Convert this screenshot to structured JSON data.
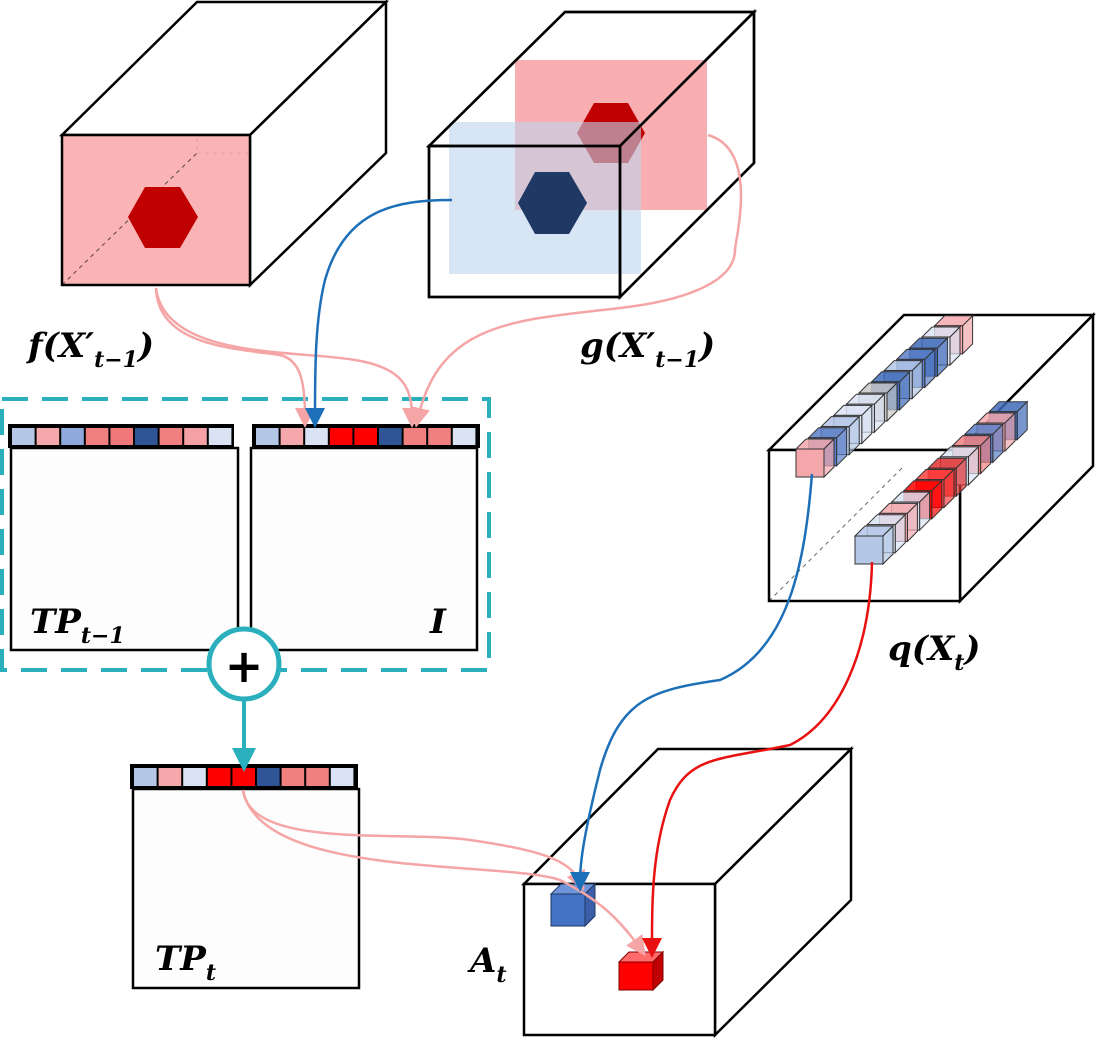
{
  "labels": {
    "f": "f(X′",
    "f_sub": "t−1",
    "f_close": ")",
    "g": "g(X′",
    "g_sub": "t−1",
    "g_close": ")",
    "q": "q(X",
    "q_sub": "t",
    "q_close": ")",
    "tp_prev": "TP",
    "tp_prev_sub": "t−1",
    "identity": "I",
    "tp_t": "TP",
    "tp_t_sub": "t",
    "a_t": "A",
    "a_t_sub": "t",
    "plus": "+"
  },
  "colors": {
    "pink_face": "#fbaeb0",
    "blue_face": "#c8dcf0",
    "dark_red": "#c00000",
    "dark_blue": "#203864",
    "teal": "#2ab0bc",
    "link_blue": "#1d70b8",
    "link_pink": "#f5a5a5",
    "link_red": "#e81010",
    "red": "#ff0000",
    "mid_blue": "#4472c4"
  },
  "vectors": {
    "tp_prev": [
      "#b4c7e7",
      "#f4a8ac",
      "#8fa9dc",
      "#f08080",
      "#f07878",
      "#2f5597",
      "#f08080",
      "#f4a0a4",
      "#dae3f3"
    ],
    "identity": [
      "#b4c7e7",
      "#f4a8ac",
      "#dae3f3",
      "#ff0000",
      "#ff0000",
      "#2f5597",
      "#f08080",
      "#f08080",
      "#dae3f3"
    ],
    "tp_t": [
      "#b4c7e7",
      "#f4a8ac",
      "#dae3f3",
      "#ff0000",
      "#ff0000",
      "#2f5597",
      "#f08080",
      "#f08080",
      "#dae3f3"
    ]
  }
}
